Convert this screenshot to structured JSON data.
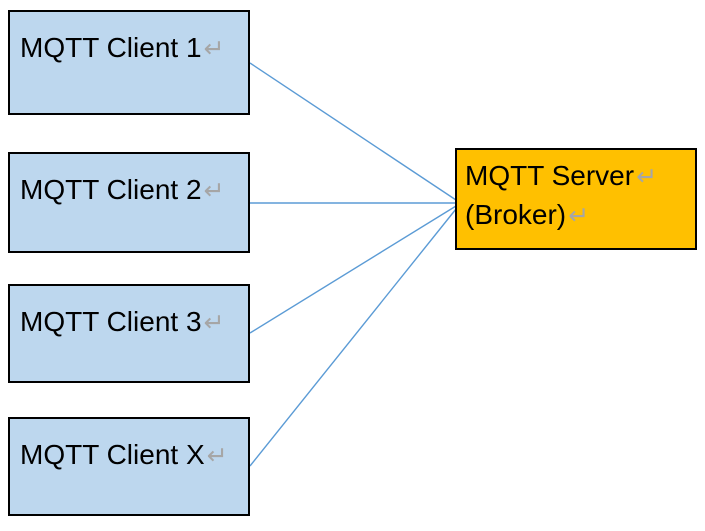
{
  "diagram": {
    "nodes": {
      "clients": [
        {
          "id": "mqtt-client-1",
          "label": "MQTT Client 1",
          "return_mark": "↵"
        },
        {
          "id": "mqtt-client-2",
          "label": "MQTT Client 2",
          "return_mark": "↵"
        },
        {
          "id": "mqtt-client-3",
          "label": "MQTT Client 3",
          "return_mark": "↵"
        },
        {
          "id": "mqtt-client-x",
          "label": "MQTT Client X",
          "return_mark": "↵"
        }
      ],
      "server": {
        "id": "mqtt-server",
        "label_line1": "MQTT Server",
        "label_line2": "(Broker)",
        "return_mark": "↵"
      }
    },
    "connections": [
      {
        "from": "mqtt-client-1",
        "to": "mqtt-server"
      },
      {
        "from": "mqtt-client-2",
        "to": "mqtt-server"
      },
      {
        "from": "mqtt-client-3",
        "to": "mqtt-server"
      },
      {
        "from": "mqtt-client-x",
        "to": "mqtt-server"
      }
    ],
    "colors": {
      "client_fill": "#BDD7EE",
      "client_border": "#000000",
      "server_fill": "#FFC000",
      "server_border": "#000000",
      "connector": "#5B9BD5",
      "return_mark": "#A6A6A6",
      "text": "#000000",
      "background": "#FFFFFF"
    }
  }
}
